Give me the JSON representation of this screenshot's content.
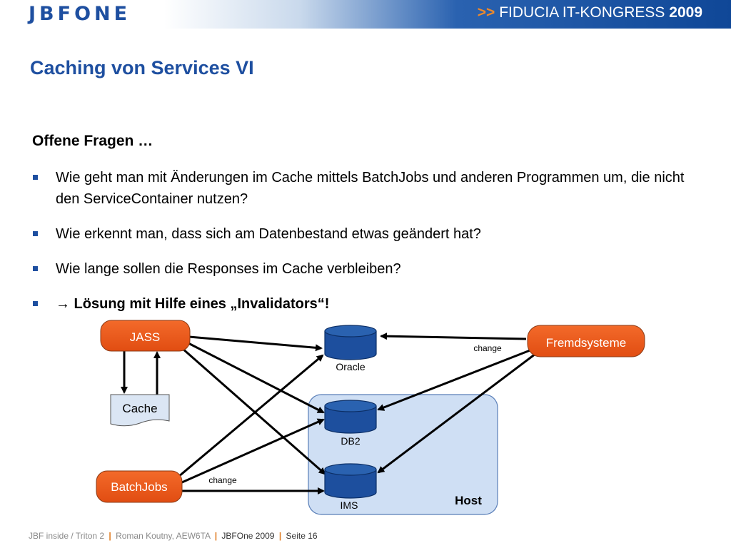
{
  "header": {
    "logo": "JBFONE",
    "congress_prefix": ">>",
    "congress_name": "FIDUCIA IT-KONGRESS",
    "congress_year": "2009"
  },
  "title": "Caching von Services VI",
  "subtitle": "Offene Fragen …",
  "bullets": [
    {
      "text": "Wie geht man mit Änderungen im Cache mittels BatchJobs und anderen Programmen um, die nicht den ServiceContainer nutzen?"
    },
    {
      "text": "Wie erkennt man, dass sich am Datenbestand etwas geändert hat?"
    },
    {
      "text": "Wie lange sollen die Responses im Cache verbleiben?"
    },
    {
      "text": "→ Lösung mit Hilfe eines „Invalidators“!"
    }
  ],
  "diagram": {
    "jass": "JASS",
    "cache": "Cache",
    "batchjobs": "BatchJobs",
    "fremdsysteme": "Fremdsysteme",
    "oracle": "Oracle",
    "db2": "DB2",
    "ims": "IMS",
    "host": "Host",
    "change_top": "change",
    "change_bottom": "change",
    "colors": {
      "orange_box": "#ec5a1e",
      "db_blue": "#1d4f9e",
      "host_fill": "#cfdff4"
    }
  },
  "footer": {
    "part1": "JBF inside / Triton 2",
    "part2": "Roman Koutny, AEW6TA",
    "part3": "JBFOne 2009",
    "part4": "Seite 16",
    "separator": "|"
  }
}
